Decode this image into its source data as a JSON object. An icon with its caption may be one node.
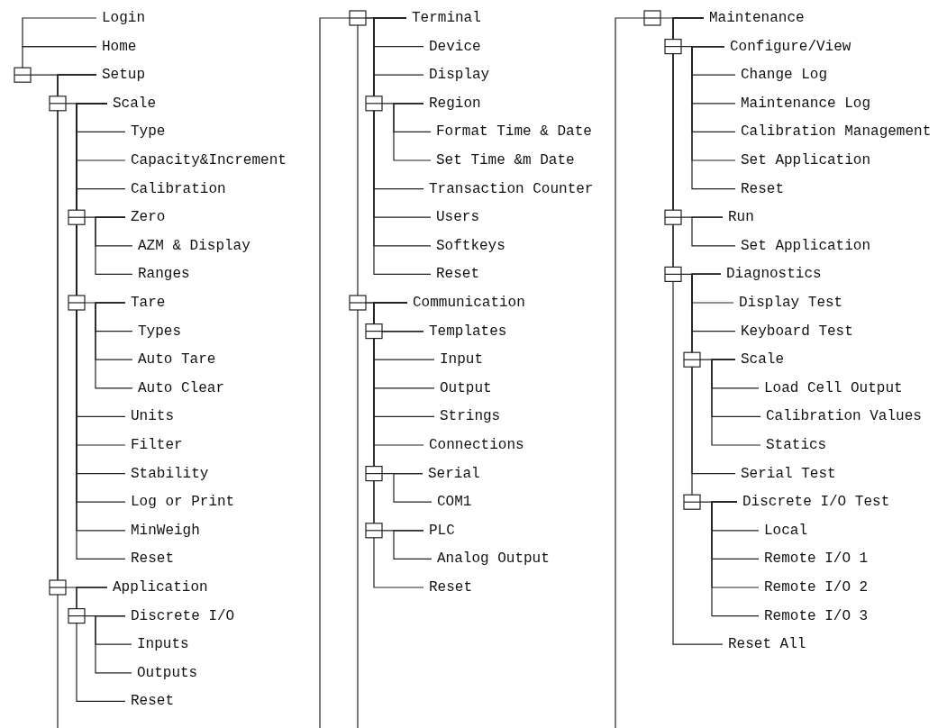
{
  "diagram": {
    "nodes": [
      {
        "text": [
          "Login"
        ]
      },
      {
        "text": [
          "Home"
        ]
      },
      {
        "text": [
          "Setup"
        ]
      },
      {
        "text": [
          "Scale"
        ]
      },
      {
        "text": [
          "Type"
        ]
      },
      {
        "text": [
          "Capacity&Increment"
        ]
      },
      {
        "text": [
          "Calibration"
        ]
      },
      {
        "text": [
          "Zero"
        ]
      },
      {
        "text": [
          "AZM & Display"
        ]
      },
      {
        "text": [
          "Ranges"
        ]
      },
      {
        "text": [
          "Tare"
        ]
      },
      {
        "text": [
          "Types"
        ]
      },
      {
        "text": [
          "Auto Tare"
        ]
      },
      {
        "text": [
          "Auto Clear"
        ]
      },
      {
        "text": [
          "Units"
        ]
      },
      {
        "text": [
          "Filter"
        ]
      },
      {
        "text": [
          "Stability"
        ]
      },
      {
        "text": [
          "Log or Print"
        ]
      },
      {
        "text": [
          "MinWeigh"
        ]
      },
      {
        "text": [
          "Reset"
        ]
      },
      {
        "text": [
          "Application"
        ]
      },
      {
        "text": [
          "Discrete I/O"
        ]
      },
      {
        "text": [
          "Inputs"
        ]
      },
      {
        "text": [
          "Outputs"
        ]
      },
      {
        "text": [
          "Reset"
        ]
      },
      {
        "text": [
          "Terminal"
        ]
      },
      {
        "text": [
          "Device"
        ]
      },
      {
        "text": [
          "Display"
        ]
      },
      {
        "text": [
          "Region"
        ]
      },
      {
        "text": [
          "Format Time & Date"
        ]
      },
      {
        "text": [
          "Set Time &m Date"
        ]
      },
      {
        "text": [
          "Transaction Counter"
        ]
      },
      {
        "text": [
          "Users"
        ]
      },
      {
        "text": [
          "Softkeys"
        ]
      },
      {
        "text": [
          "Reset"
        ]
      },
      {
        "text": [
          "Communication"
        ]
      },
      {
        "text": [
          "Templates"
        ]
      },
      {
        "text": [
          "Input"
        ]
      },
      {
        "text": [
          "Output"
        ]
      },
      {
        "text": [
          "Strings"
        ]
      },
      {
        "text": [
          "Connections"
        ]
      },
      {
        "text": [
          "Serial"
        ]
      },
      {
        "text": [
          "COM1"
        ]
      },
      {
        "text": [
          "PLC"
        ]
      },
      {
        "text": [
          "Analog Output"
        ]
      },
      {
        "text": [
          "Reset"
        ]
      },
      {
        "text": [
          "Maintenance"
        ]
      },
      {
        "text": [
          "Configure/View"
        ]
      },
      {
        "text": [
          "Change Log"
        ]
      },
      {
        "text": [
          "Maintenance Log"
        ]
      },
      {
        "text": [
          "Calibration Management"
        ]
      },
      {
        "text": [
          "Set Application"
        ]
      },
      {
        "text": [
          "Reset"
        ]
      },
      {
        "text": [
          "Run"
        ]
      },
      {
        "text": [
          "Set Application"
        ]
      },
      {
        "text": [
          "Diagnostics"
        ]
      },
      {
        "text": [
          "Display Test"
        ]
      },
      {
        "text": [
          "Keyboard Test"
        ]
      },
      {
        "text": [
          "Scale"
        ]
      },
      {
        "text": [
          "Load Cell Output"
        ]
      },
      {
        "text": [
          "Calibration Values"
        ]
      },
      {
        "text": [
          "Statics"
        ]
      },
      {
        "text": [
          "Serial Test"
        ]
      },
      {
        "text": [
          "Discrete I/O Test"
        ]
      },
      {
        "text": [
          "Local"
        ]
      },
      {
        "text": [
          "Remote I/O 1"
        ]
      },
      {
        "text": [
          "Remote I/O 2"
        ]
      },
      {
        "text": [
          "Remote I/O 3"
        ]
      },
      {
        "text": [
          "Reset All"
        ]
      }
    ],
    "edges": [
      {
        "from": 0,
        "to": 1,
        "arrow": "none"
      },
      {
        "from": 1,
        "to": 2,
        "arrow": "none"
      },
      {
        "from": 2,
        "to": 3,
        "arrow": "none"
      },
      {
        "from": 2,
        "to": 20,
        "arrow": "none"
      },
      {
        "from": 2,
        "to": null,
        "arrow": "none"
      },
      {
        "from": null,
        "to": 25,
        "arrow": "none"
      },
      {
        "from": 25,
        "to": 35,
        "arrow": "none"
      },
      {
        "from": 35,
        "to": null,
        "arrow": "none"
      },
      {
        "from": null,
        "to": 46,
        "arrow": "none"
      },
      {
        "from": 3,
        "to": 4,
        "arrow": "none"
      },
      {
        "from": 3,
        "to": 5,
        "arrow": "none"
      },
      {
        "from": 3,
        "to": 6,
        "arrow": "none"
      },
      {
        "from": 3,
        "to": 7,
        "arrow": "none"
      },
      {
        "from": 3,
        "to": 10,
        "arrow": "none"
      },
      {
        "from": 3,
        "to": 14,
        "arrow": "none"
      },
      {
        "from": 3,
        "to": 15,
        "arrow": "none"
      },
      {
        "from": 3,
        "to": 16,
        "arrow": "none"
      },
      {
        "from": 3,
        "to": 17,
        "arrow": "none"
      },
      {
        "from": 3,
        "to": 18,
        "arrow": "none"
      },
      {
        "from": 3,
        "to": 19,
        "arrow": "none"
      },
      {
        "from": 7,
        "to": 8,
        "arrow": "none"
      },
      {
        "from": 7,
        "to": 9,
        "arrow": "none"
      },
      {
        "from": 10,
        "to": 11,
        "arrow": "none"
      },
      {
        "from": 10,
        "to": 12,
        "arrow": "none"
      },
      {
        "from": 10,
        "to": 13,
        "arrow": "none"
      },
      {
        "from": 20,
        "to": 21,
        "arrow": "none"
      },
      {
        "from": 20,
        "to": 24,
        "arrow": "none"
      },
      {
        "from": 21,
        "to": 22,
        "arrow": "none"
      },
      {
        "from": 21,
        "to": 23,
        "arrow": "none"
      },
      {
        "from": 25,
        "to": 26,
        "arrow": "none"
      },
      {
        "from": 25,
        "to": 27,
        "arrow": "none"
      },
      {
        "from": 25,
        "to": 28,
        "arrow": "none"
      },
      {
        "from": 25,
        "to": 31,
        "arrow": "none"
      },
      {
        "from": 25,
        "to": 32,
        "arrow": "none"
      },
      {
        "from": 25,
        "to": 33,
        "arrow": "none"
      },
      {
        "from": 25,
        "to": 34,
        "arrow": "none"
      },
      {
        "from": 28,
        "to": 29,
        "arrow": "none"
      },
      {
        "from": 28,
        "to": 30,
        "arrow": "none"
      },
      {
        "from": 35,
        "to": 36,
        "arrow": "none"
      },
      {
        "from": 35,
        "to": 40,
        "arrow": "none"
      },
      {
        "from": 35,
        "to": 41,
        "arrow": "none"
      },
      {
        "from": 35,
        "to": 43,
        "arrow": "none"
      },
      {
        "from": 35,
        "to": 45,
        "arrow": "none"
      },
      {
        "from": 36,
        "to": 37,
        "arrow": "none"
      },
      {
        "from": 36,
        "to": 38,
        "arrow": "none"
      },
      {
        "from": 36,
        "to": 39,
        "arrow": "none"
      },
      {
        "from": 41,
        "to": 42,
        "arrow": "none"
      },
      {
        "from": 43,
        "to": 44,
        "arrow": "none"
      },
      {
        "from": 46,
        "to": 47,
        "arrow": "none"
      },
      {
        "from": 46,
        "to": 53,
        "arrow": "none"
      },
      {
        "from": 46,
        "to": 55,
        "arrow": "none"
      },
      {
        "from": 46,
        "to": 68,
        "arrow": "none"
      },
      {
        "from": 47,
        "to": 48,
        "arrow": "none"
      },
      {
        "from": 47,
        "to": 49,
        "arrow": "none"
      },
      {
        "from": 47,
        "to": 50,
        "arrow": "none"
      },
      {
        "from": 47,
        "to": 51,
        "arrow": "none"
      },
      {
        "from": 47,
        "to": 52,
        "arrow": "none"
      },
      {
        "from": 53,
        "to": 54,
        "arrow": "none"
      },
      {
        "from": 55,
        "to": 56,
        "arrow": "none"
      },
      {
        "from": 55,
        "to": 57,
        "arrow": "none"
      },
      {
        "from": 55,
        "to": 58,
        "arrow": "none"
      },
      {
        "from": 55,
        "to": 62,
        "arrow": "none"
      },
      {
        "from": 55,
        "to": 63,
        "arrow": "none"
      },
      {
        "from": 58,
        "to": 59,
        "arrow": "none"
      },
      {
        "from": 58,
        "to": 60,
        "arrow": "none"
      },
      {
        "from": 58,
        "to": 61,
        "arrow": "none"
      },
      {
        "from": 63,
        "to": 64,
        "arrow": "none"
      },
      {
        "from": 63,
        "to": 65,
        "arrow": "none"
      },
      {
        "from": 63,
        "to": 66,
        "arrow": "none"
      },
      {
        "from": 63,
        "to": 67,
        "arrow": "none"
      }
    ]
  }
}
